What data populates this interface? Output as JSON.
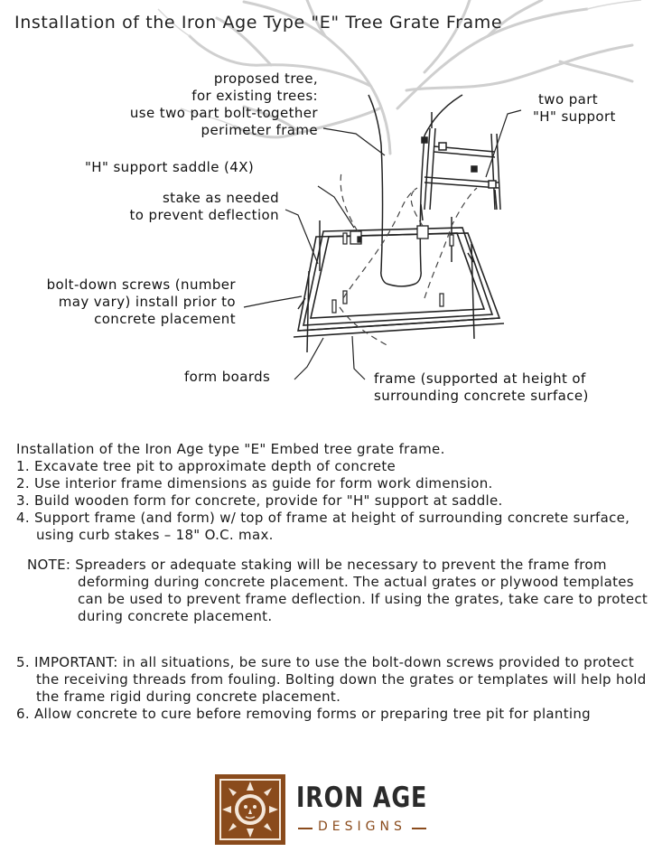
{
  "title": "Installation of the Iron Age  Type \"E\" Tree Grate Frame",
  "callouts": {
    "proposed_tree": [
      "proposed tree,",
      "for existing trees:",
      "use two part bolt-together",
      "perimeter frame"
    ],
    "h_support": [
      "two part",
      "\"H\" support"
    ],
    "saddle": "\"H\" support saddle (4X)",
    "stake": [
      "stake as needed",
      "to prevent deflection"
    ],
    "bolt_down": [
      "bolt-down screws (number",
      "may vary) install prior to",
      "concrete placement"
    ],
    "form_boards": "form boards",
    "frame": [
      "frame (supported at height of",
      "surrounding concrete surface)"
    ]
  },
  "instructions": {
    "intro": "Installation of the Iron Age type \"E\" Embed tree grate frame.",
    "steps_a": [
      "1. Excavate tree pit to approximate depth of concrete",
      "2. Use interior frame dimensions as guide for form work dimension.",
      "3. Build wooden form for concrete, provide for \"H\" support at saddle.",
      "4. Support frame (and form) w/ top of frame at height of surrounding concrete surface, using curb stakes – 18\" O.C. max."
    ],
    "note": "NOTE: Spreaders or adequate staking will be necessary to prevent the frame from deforming during concrete placement.  The actual grates or plywood templates can be used to prevent frame deflection. If using the grates, take care to protect during concrete placement.",
    "steps_b": [
      "5. IMPORTANT: in all situations, be sure to use the bolt-down screws provided to protect the receiving threads from fouling.  Bolting down the grates or templates will help hold the frame rigid during concrete placement.",
      "6. Allow concrete to cure before removing forms or preparing tree pit for planting"
    ]
  },
  "logo": {
    "name": "IRON AGE",
    "sub": "DESIGNS",
    "color": "#8a4b1c"
  }
}
